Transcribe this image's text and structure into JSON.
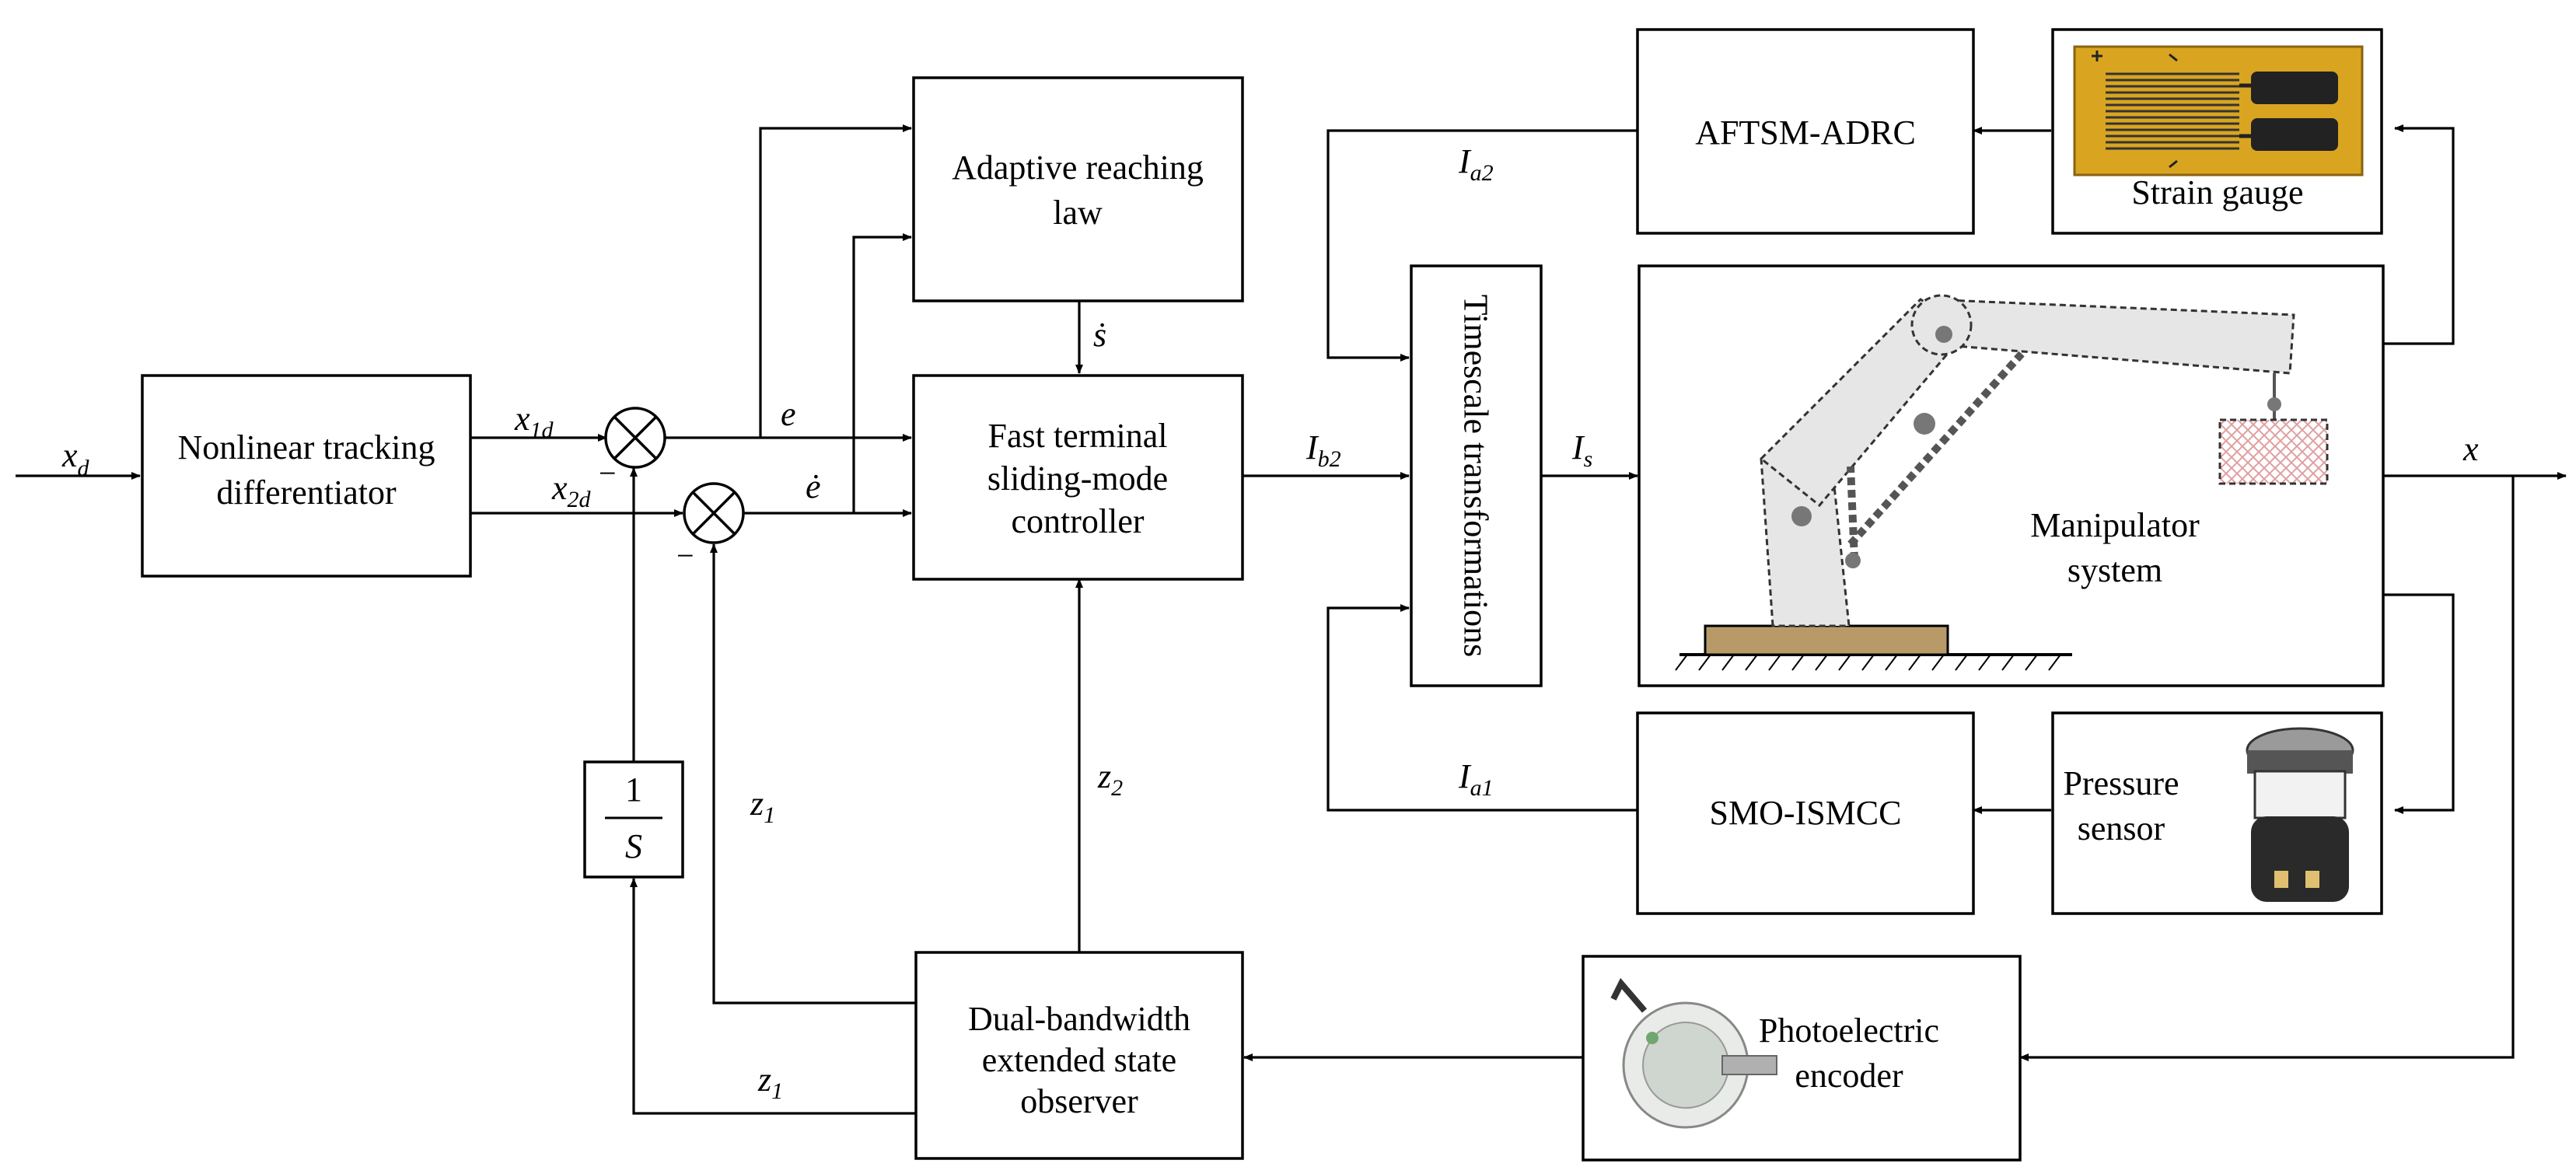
{
  "blocks": {
    "tracking_diff": [
      "Nonlinear tracking",
      "differentiator"
    ],
    "reaching_law": [
      "Adaptive reaching",
      "law"
    ],
    "ftsm": [
      "Fast terminal",
      "sliding-mode",
      "controller"
    ],
    "eso": [
      "Dual-bandwidth",
      "extended state",
      "observer"
    ],
    "integrator": {
      "num": "1",
      "den": "S"
    },
    "timescale": "Timescale transformations",
    "aftsm": "AFTSM-ADRC",
    "smo": "SMO-ISMCC",
    "strain": "Strain gauge",
    "pressure": [
      "Pressure",
      "sensor"
    ],
    "encoder": [
      "Photoelectric",
      "encoder"
    ],
    "manipulator": [
      "Manipulator",
      "system"
    ]
  },
  "signals": {
    "xd": {
      "base": "x",
      "sub": "d"
    },
    "x1d": {
      "base": "x",
      "sub": "1d"
    },
    "x2d": {
      "base": "x",
      "sub": "2d"
    },
    "e": "e",
    "edot": "ė",
    "sdot": "ṡ",
    "z1": {
      "base": "z",
      "sub": "1"
    },
    "z2": {
      "base": "z",
      "sub": "2"
    },
    "ib2": {
      "base": "I",
      "sub": "b2"
    },
    "is": {
      "base": "I",
      "sub": "s"
    },
    "ia2": {
      "base": "I",
      "sub": "a2"
    },
    "ia1": {
      "base": "I",
      "sub": "a1"
    },
    "x": "x"
  },
  "signs": {
    "minus": "−"
  },
  "colors": {
    "gauge_bg": "#d9a520",
    "pressure_body": "#2a2a2a",
    "manipulator_fill": "#e6e6e6",
    "base_plate": "#b89a68",
    "load_hatch": "#e0a0a0"
  }
}
